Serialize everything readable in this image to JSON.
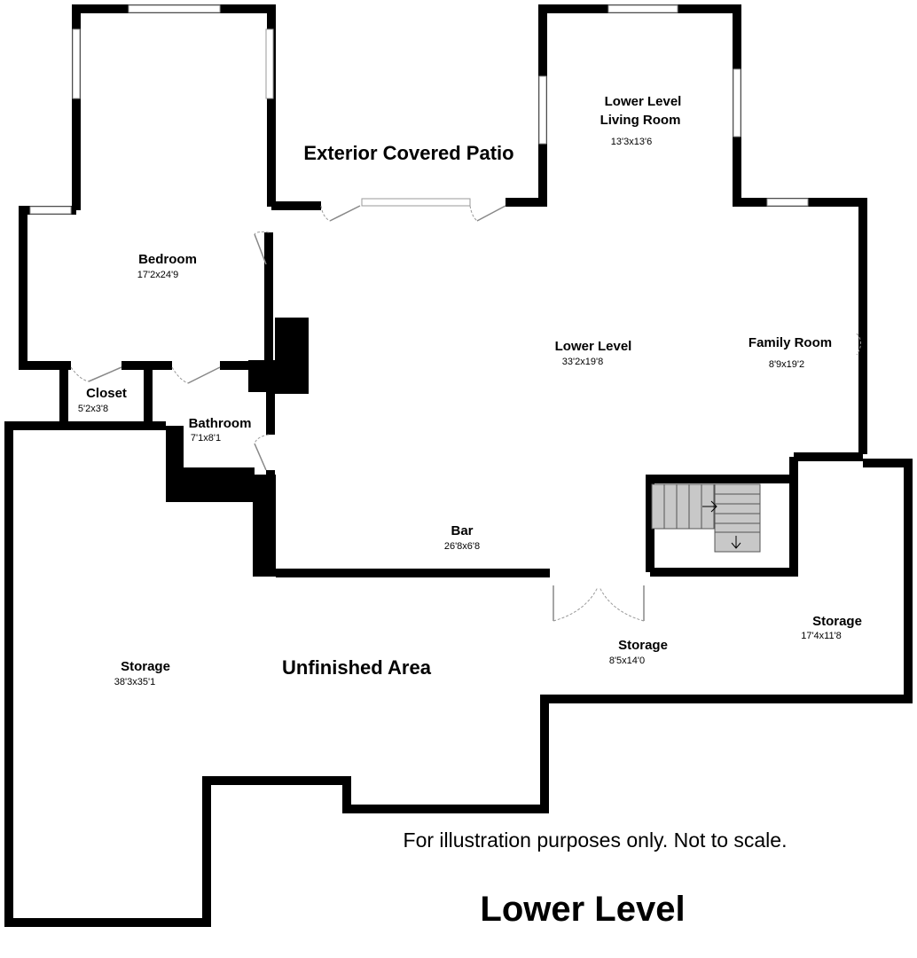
{
  "floor_plan": {
    "title": "Lower Level",
    "disclaimer": "For illustration purposes only. Not to scale.",
    "rooms": [
      {
        "id": "bedroom",
        "name": "Bedroom",
        "dimensions": "17'2x24'9"
      },
      {
        "id": "closet",
        "name": "Closet",
        "dimensions": "5'2x3'8"
      },
      {
        "id": "bathroom",
        "name": "Bathroom",
        "dimensions": "7'1x8'1"
      },
      {
        "id": "living-room",
        "name_line1": "Lower Level",
        "name_line2": "Living Room",
        "dimensions": "13'3x13'6"
      },
      {
        "id": "lower-level",
        "name": "Lower Level",
        "dimensions": "33'2x19'8"
      },
      {
        "id": "family-room",
        "name": "Family Room",
        "dimensions": "8'9x19'2"
      },
      {
        "id": "bar",
        "name": "Bar",
        "dimensions": "26'8x6'8"
      },
      {
        "id": "storage-large",
        "name": "Storage",
        "dimensions": "38'3x35'1"
      },
      {
        "id": "storage-mid",
        "name": "Storage",
        "dimensions": "8'5x14'0"
      },
      {
        "id": "storage-right",
        "name": "Storage",
        "dimensions": "17'4x11'8"
      }
    ],
    "areas": [
      {
        "id": "patio",
        "name": "Exterior Covered Patio"
      },
      {
        "id": "unfinished",
        "name": "Unfinished Area"
      }
    ]
  }
}
